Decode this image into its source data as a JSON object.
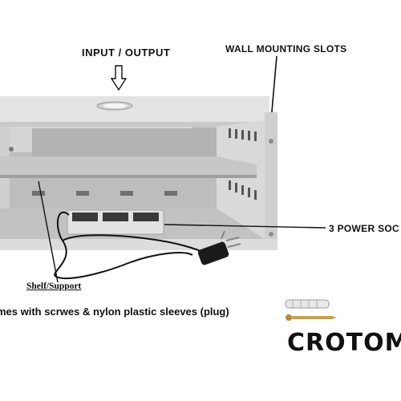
{
  "annotations": {
    "input_output": "INPUT / OUTPUT",
    "wall_mounting_slots": "WALL MOUNTING SLOTS",
    "power_sockets": "3 POWER SOC",
    "shelf_support": "Shelf/Support",
    "accessory_note": "mes with scrwes & nylon plastic sleeves (plug)"
  },
  "brand": {
    "name": "CROTOM"
  },
  "colors": {
    "cabinet_body": "#d8d8d8",
    "cabinet_shadow": "#b9b9b9",
    "interior": "#a9a9a9",
    "cable": "#111111"
  }
}
